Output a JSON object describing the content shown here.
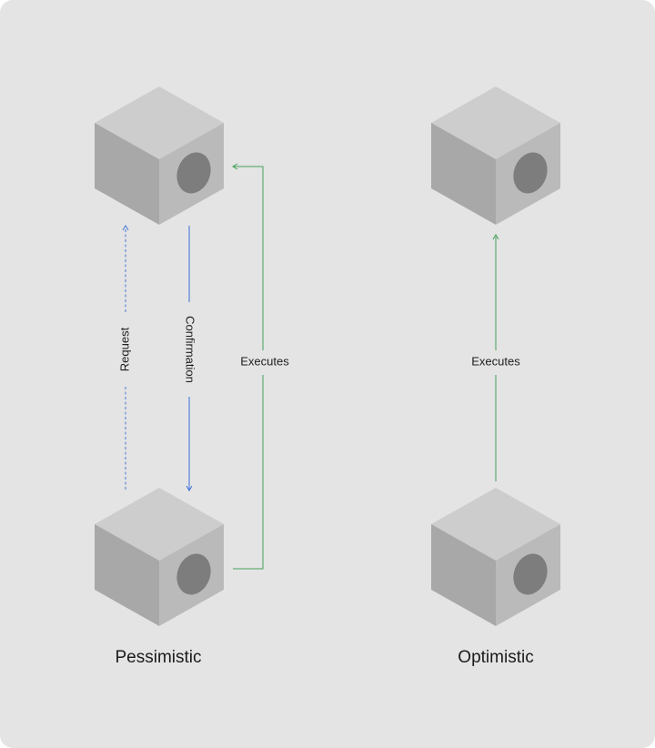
{
  "colors": {
    "background": "#e4e4e4",
    "cube_top": "#cdcdcd",
    "cube_left": "#a8a8a8",
    "cube_right": "#bababa",
    "cube_hole": "#7d7d7d",
    "request_arrow": "#4a78d6",
    "confirmation_arrow": "#3d6fd8",
    "executes_arrow": "#43a05a"
  },
  "pessimistic": {
    "caption": "Pessimistic",
    "request_label": "Request",
    "confirmation_label": "Confirmation",
    "executes_label": "Executes"
  },
  "optimistic": {
    "caption": "Optimistic",
    "executes_label": "Executes"
  }
}
